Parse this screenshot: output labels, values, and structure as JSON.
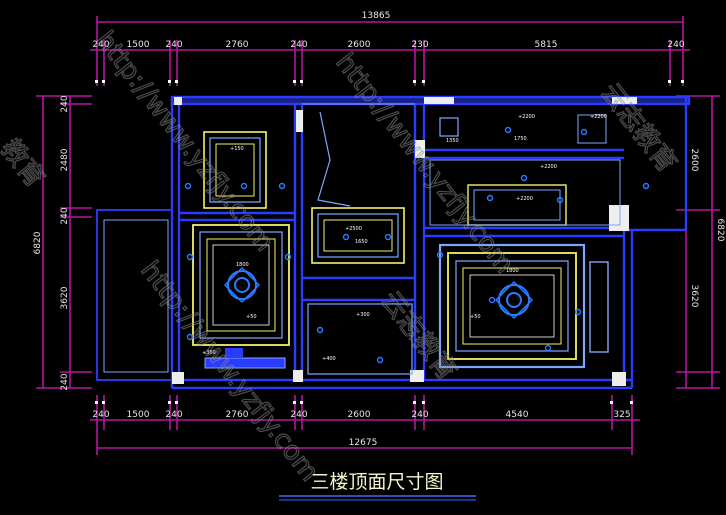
{
  "title": "三楼顶面尺寸图",
  "dimensions": {
    "top_total": "13865",
    "top_segments": [
      "240",
      "1500",
      "240",
      "2760",
      "240",
      "2600",
      "230",
      "5815",
      "240"
    ],
    "bottom_total": "12675",
    "bottom_segments": [
      "240",
      "1500",
      "240",
      "2760",
      "240",
      "2600",
      "240",
      "4540",
      "325"
    ],
    "left_total": "6820",
    "left_segments": [
      "240",
      "2480",
      "240",
      "3620",
      "240"
    ],
    "right_total": "6820",
    "right_segments": [
      "2600",
      "3620"
    ]
  },
  "ceiling_labels": {
    "room1_top": "+150",
    "room1_main": "+50",
    "room1_sub": "1800",
    "room1_left": "+360",
    "center_top": "+2500",
    "center_sub": "1650",
    "center_bottom_a": "+300",
    "center_bottom_b": "+400",
    "right_top_a": "+2200",
    "right_top_b": "+2200",
    "right_mid_a": "+2200",
    "right_mid_b": "+2200",
    "right_small": "1350",
    "right_small_b": "1750",
    "right_main": "1800",
    "right_main_a": "+50"
  },
  "watermark": {
    "url_a": "http://www.yzfjy.com",
    "url_b": "http://www.yzfjy.com",
    "url_c": "http://www.yzfjy.com",
    "brand_a": "教育",
    "brand_b": "云志教育",
    "brand_c": "云志教育"
  },
  "colors": {
    "background": "#000000",
    "wall": "#2a3cff",
    "wall_inner": "#7da7ff",
    "ceiling_yellow": "#f2f26a",
    "dim_magenta": "#b5179e",
    "dim_text": "#e6e6e6",
    "title_line": "#3a6bff"
  }
}
